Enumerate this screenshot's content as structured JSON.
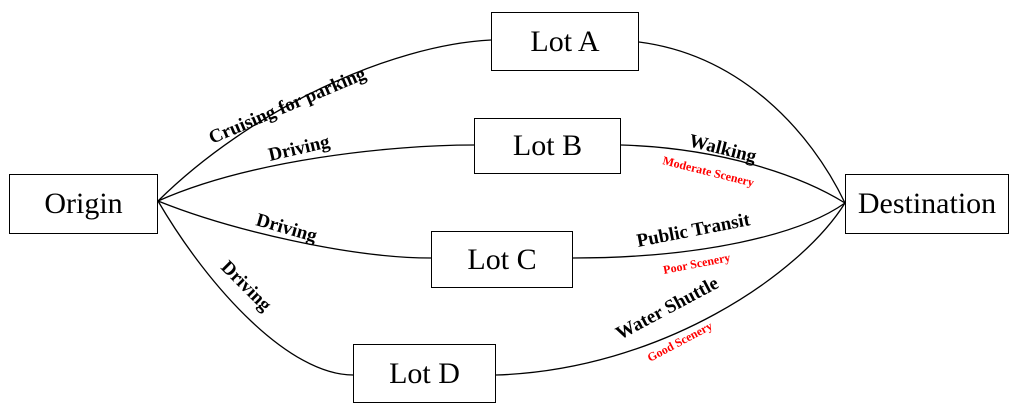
{
  "nodes": {
    "origin": "Origin",
    "destination": "Destination",
    "lot_a": "Lot A",
    "lot_b": "Lot B",
    "lot_c": "Lot C",
    "lot_d": "Lot D"
  },
  "edges": {
    "origin_to_a": "Cruising for parking",
    "origin_to_b": "Driving",
    "origin_to_c": "Driving",
    "origin_to_d": "Driving",
    "b_to_destination": {
      "mode": "Walking",
      "scenery": "Moderate Scenery"
    },
    "c_to_destination": {
      "mode": "Public Transit",
      "scenery": "Poor Scenery"
    },
    "d_to_destination": {
      "mode": "Water Shuttle",
      "scenery": "Good Scenery"
    }
  },
  "colors": {
    "line": "#000000",
    "scenery_text": "#ff0000"
  }
}
